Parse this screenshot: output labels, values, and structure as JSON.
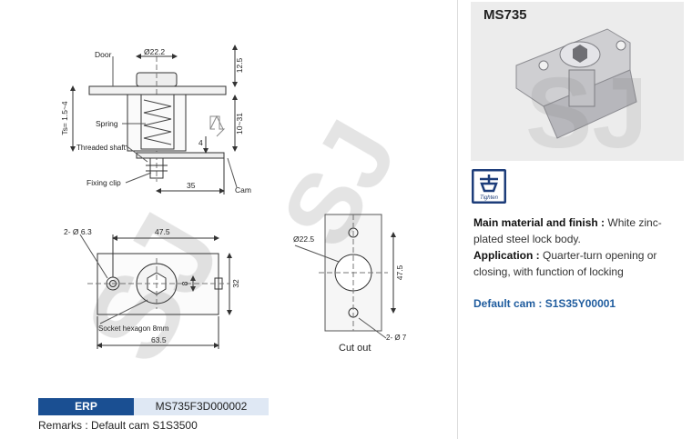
{
  "product": {
    "model": "MS735",
    "main_material_label": "Main material and finish :",
    "main_material_value": "White zinc-plated steel lock body.",
    "application_label": "Application :",
    "application_value": "Quarter-turn opening or closing, with function of locking",
    "default_cam_label": "Default cam :",
    "default_cam_value": "S1S35Y00001"
  },
  "drawing": {
    "side_view": {
      "door": "Door",
      "spring": "Spring",
      "threaded_shaft": "Threaded shaft",
      "fixing_clip": "Fixing clip",
      "cam": "Cam",
      "dia_top": "Ø22.2",
      "dim_12_5": "12.5",
      "dim_ts": "Ts= 1.5~4",
      "dim_10_31": "10~31",
      "dim_4": "4",
      "dim_35": "35"
    },
    "top_view": {
      "holes": "2- Ø 6.3",
      "dim_47_5": "47.5",
      "dim_8": "8",
      "dim_32": "32",
      "dim_63_5": "63.5",
      "socket": "Socket hexagon 8mm"
    },
    "cutout": {
      "dia": "Ø22.5",
      "dim_47_5": "47.5",
      "holes": "2- Ø 7",
      "caption": "Cut out"
    }
  },
  "icons": {
    "tighten_label": "Tighten"
  },
  "watermark": "SJ",
  "erp": {
    "label": "ERP",
    "value": "MS735F3D000002"
  },
  "remarks": "Remarks : Default cam S1S3500",
  "colors": {
    "erp_blue": "#1a4f92",
    "erp_light": "#dfe8f4",
    "cam_text": "#1f5c9e"
  }
}
